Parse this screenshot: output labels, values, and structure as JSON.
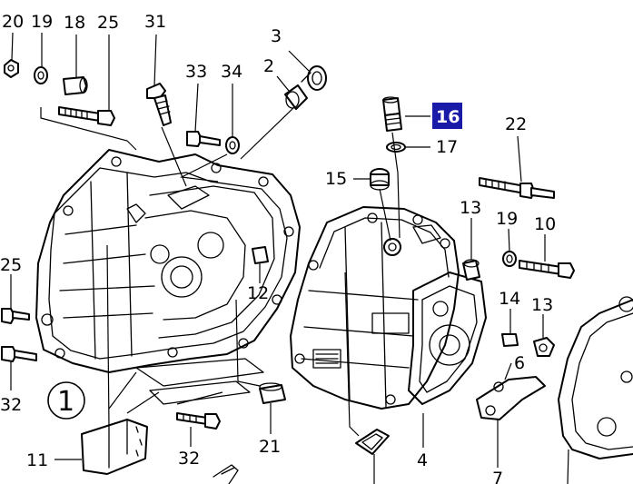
{
  "diagram": {
    "highlight_color": "#1a1aa8",
    "highlighted_label": "16",
    "assembly_number": "1",
    "labels": {
      "p20": "20",
      "p19a": "19",
      "p18": "18",
      "p25a": "25",
      "p31": "31",
      "p3": "3",
      "p2": "2",
      "p33": "33",
      "p34": "34",
      "p16": "16",
      "p17": "17",
      "p22": "22",
      "p15": "15",
      "p13a": "13",
      "p19b": "19",
      "p10": "10",
      "p25b": "25",
      "p12": "12",
      "p14": "14",
      "p13b": "13",
      "p6": "6",
      "p32a": "32",
      "p21": "21",
      "p11": "11",
      "p32b": "32",
      "p4": "4",
      "p7": "7"
    }
  }
}
